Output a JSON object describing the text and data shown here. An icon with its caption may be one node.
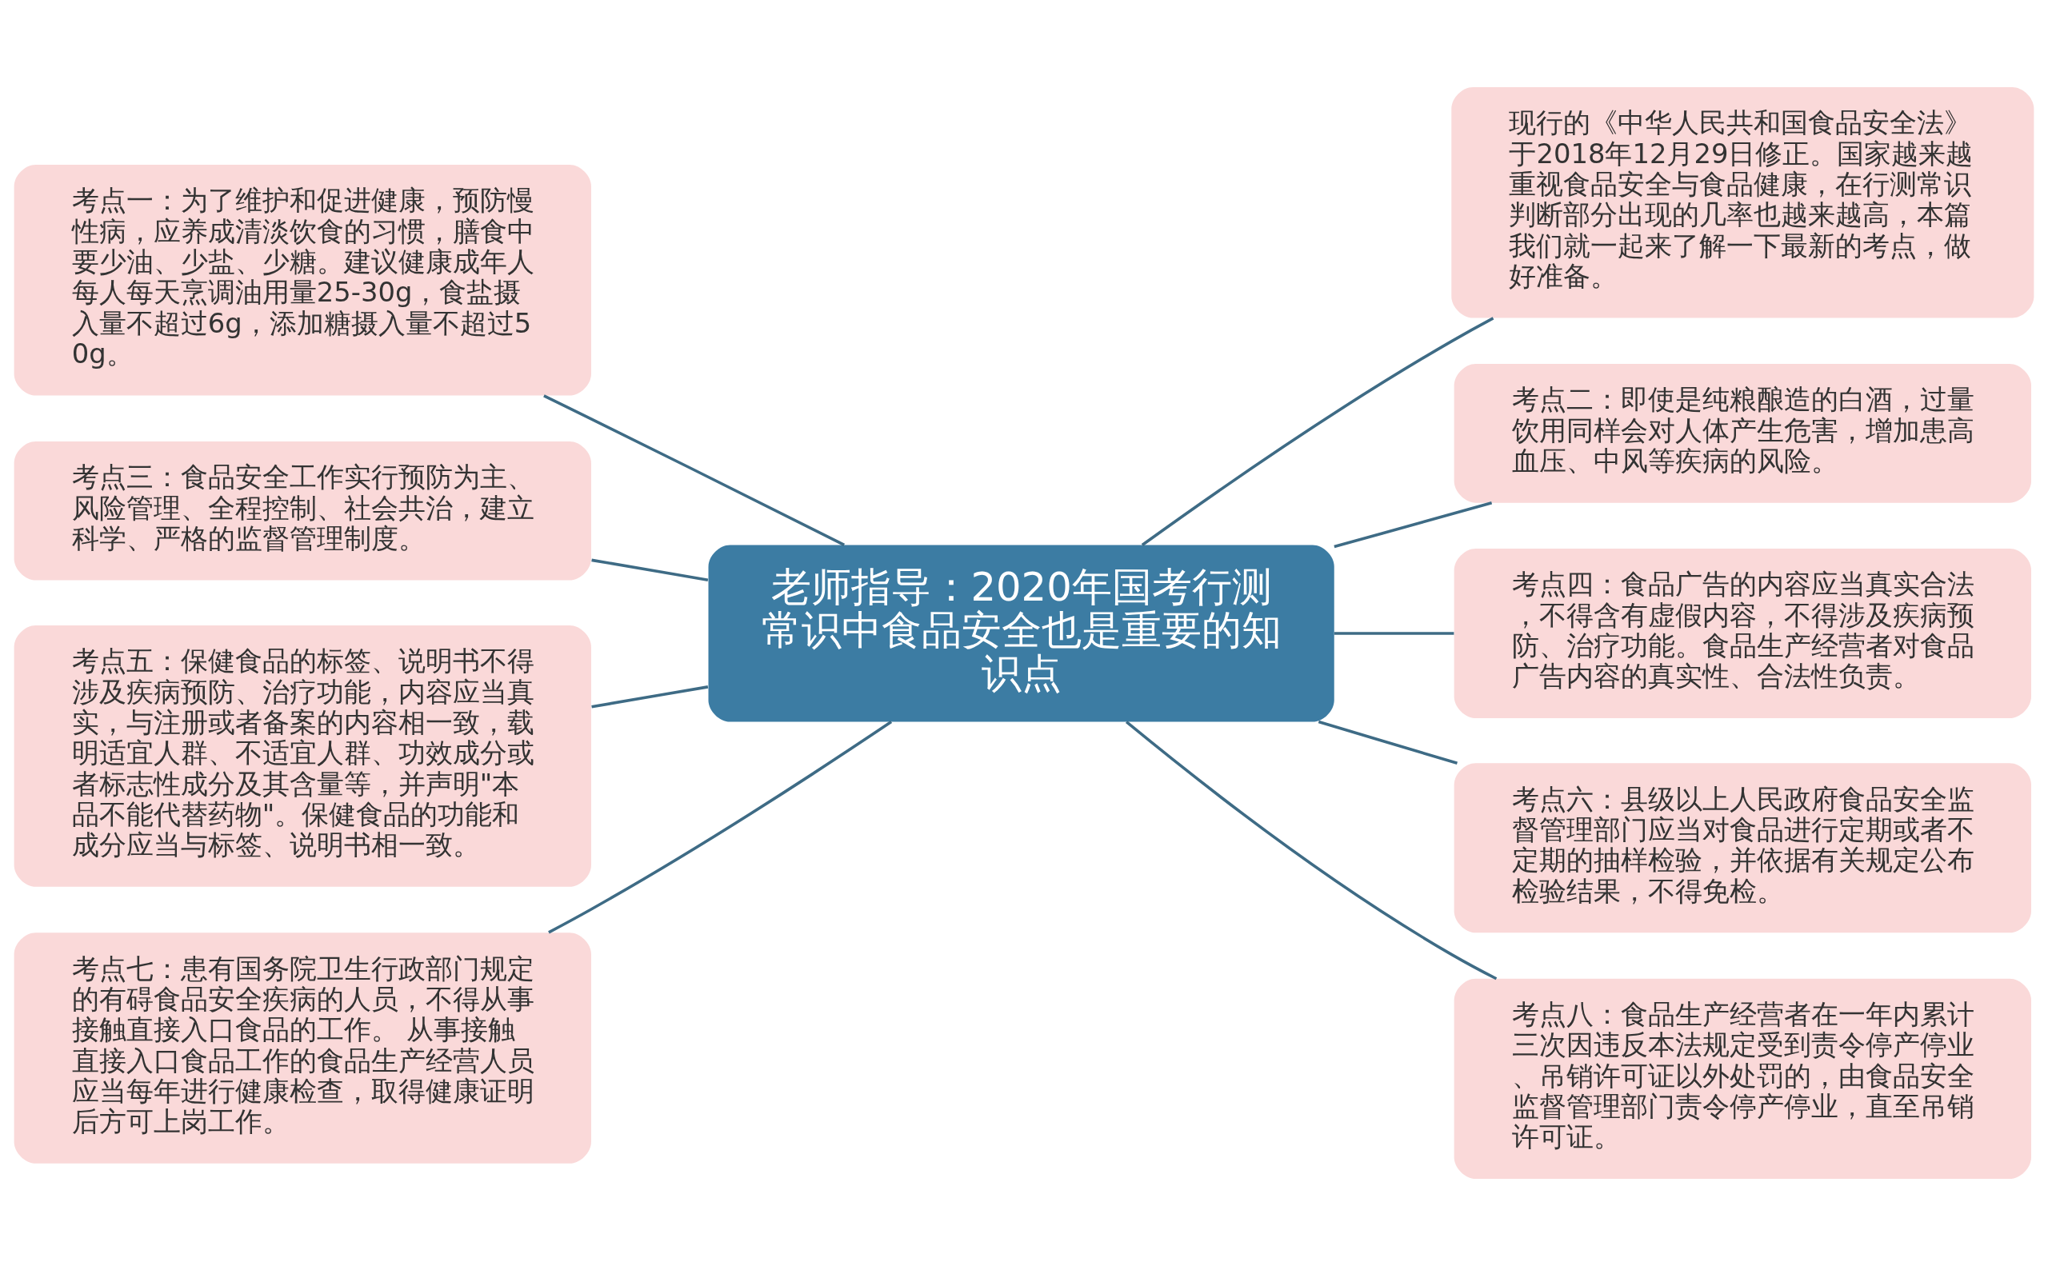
{
  "diagram": {
    "nodes": [
      {
        "text": [
          "老师指导：2020年国考行测常识中食品安全也是重要的知识点"
        ]
      },
      {
        "text": [
          "现行的《中华人民共和国食品安全法》于2018年12月29日修正。国家越来越重视食品安全与食品健康，在行测常识判断部分出现的几率也越来越高，本篇我们就一起来了解一下最新的考点，做好准备。"
        ]
      },
      {
        "text": [
          "考点一：为了维护和促进健康，预防慢性病，应养成清淡饮食的习惯，膳食中要少油、少盐、少糖。建议健康成年人每人每天烹调油用量25-30g，食盐摄入量不超过6g，添加糖摄入量不超过50g。"
        ]
      },
      {
        "text": [
          "考点二：即使是纯粮酿造的白酒，过量饮用同样会对人体产生危害，增加患高血压、中风等疾病的风险。"
        ]
      },
      {
        "text": [
          "考点三：食品安全工作实行预防为主、风险管理、全程控制、社会共治，建立科学、严格的监督管理制度。"
        ]
      },
      {
        "text": [
          "考点四：食品广告的内容应当真实合法，不得含有虚假内容，不得涉及疾病预防、治疗功能。食品生产经营者对食品广告内容的真实性、合法性负责。"
        ]
      },
      {
        "text": [
          "考点五：保健食品的标签、说明书不得涉及疾病预防、治疗功能，内容应当真实，与注册或者备案的内容相一致，载明适宜人群、不适宜人群、功效成分或者标志性成分及其含量等，并声明\"本品不能代替药物\"。保健食品的功能和成分应当与标签、说明书相一致。"
        ]
      },
      {
        "text": [
          "考点六：县级以上人民政府食品安全监督管理部门应当对食品进行定期或者不定期的抽样检验，并依据有关规定公布检验结果，不得免检。"
        ]
      },
      {
        "text": [
          "考点七：患有国务院卫生行政部门规定的有碍食品安全疾病的人员，不得从事接触直接入口食品的工作。 从事接触直接入口食品工作的食品生产经营人员应当每年进行健康检查，取得健康证明后方可上岗工作。"
        ]
      },
      {
        "text": [
          "考点八：食品生产经营者在一年内累计三次因违反本法规定受到责令停产停业、吊销许可证以外处罚的，由食品安全监督管理部门责令停产停业，直至吊销许可证。"
        ]
      }
    ],
    "edges": [
      {
        "from": 0,
        "to": 1,
        "arrow": "none"
      },
      {
        "from": 0,
        "to": 2,
        "arrow": "none"
      },
      {
        "from": 0,
        "to": 3,
        "arrow": "none"
      },
      {
        "from": 0,
        "to": 4,
        "arrow": "none"
      },
      {
        "from": 0,
        "to": 5,
        "arrow": "none"
      },
      {
        "from": 0,
        "to": 6,
        "arrow": "none"
      },
      {
        "from": 0,
        "to": 7,
        "arrow": "none"
      },
      {
        "from": 0,
        "to": 8,
        "arrow": "none"
      },
      {
        "from": 0,
        "to": 9,
        "arrow": "none"
      }
    ]
  }
}
